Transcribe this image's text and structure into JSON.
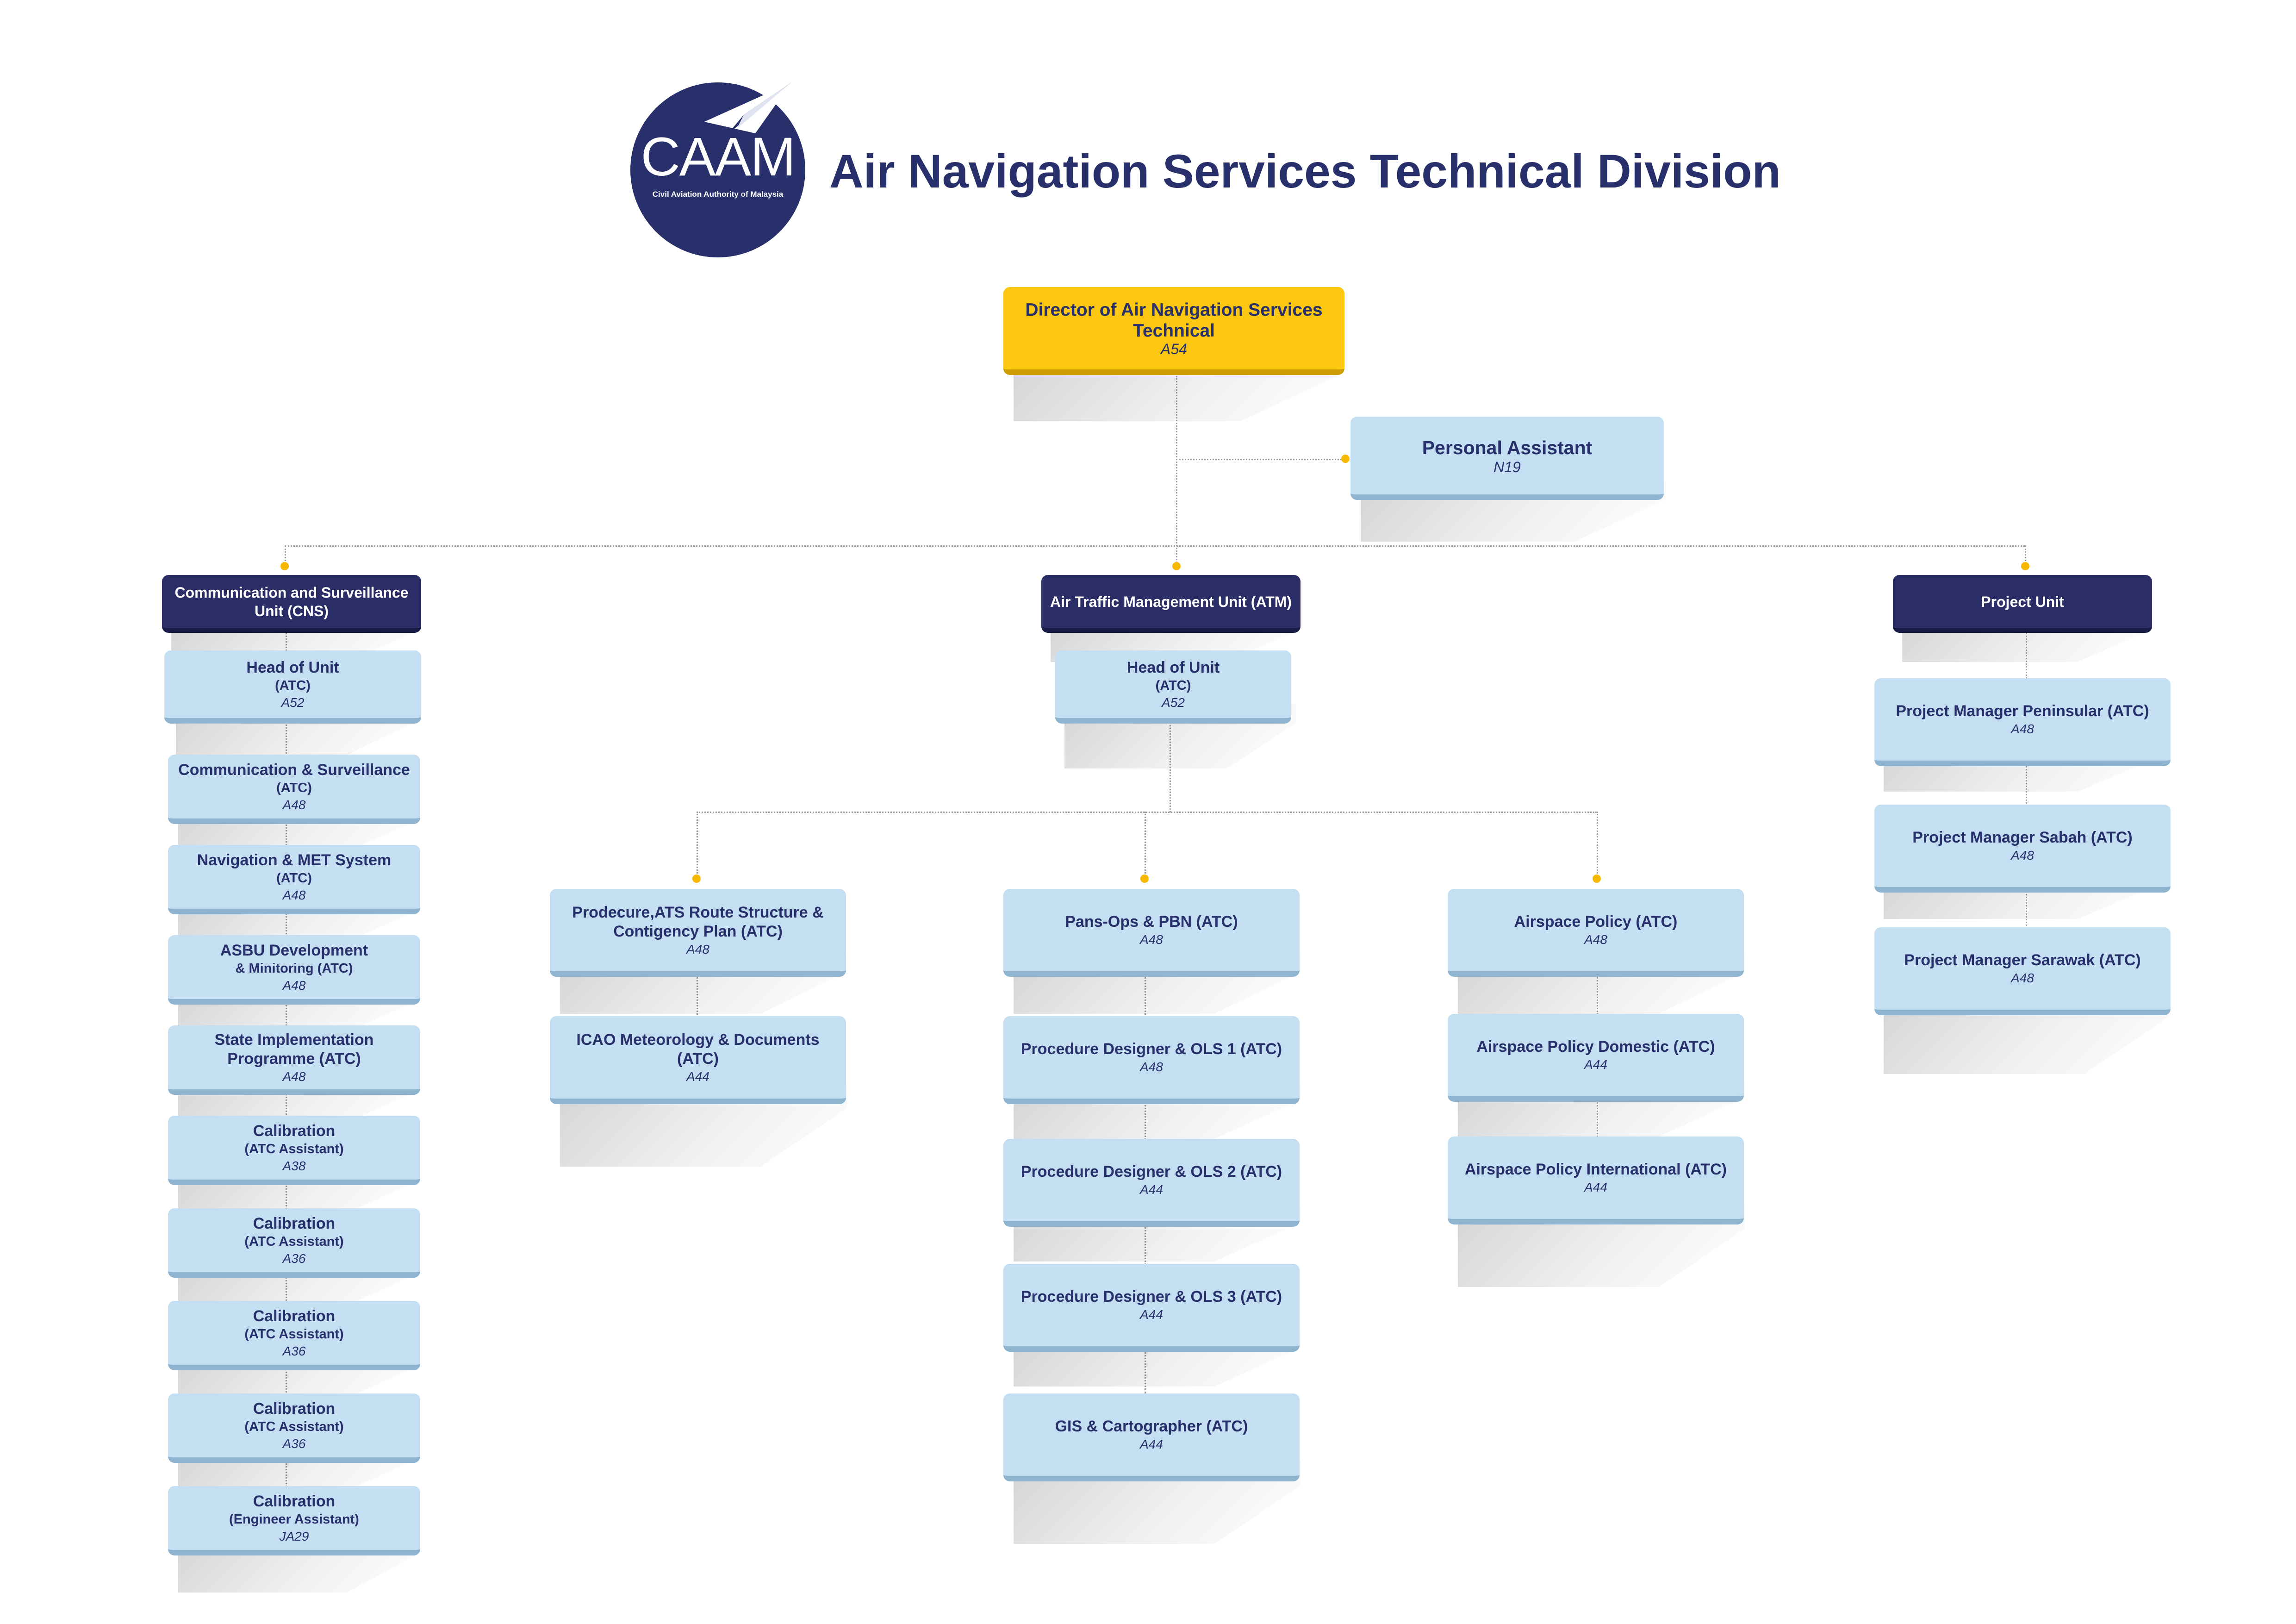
{
  "header": {
    "logo_text": "CAAM",
    "logo_subtext": "Civil Aviation Authority of Malaysia",
    "title": "Air Navigation Services Technical Division"
  },
  "colors": {
    "navy": "#28306b",
    "unit_header": "#2b2d66",
    "director": "#fbc711",
    "position_box": "#c5dff2",
    "connector_dot": "#f6b800"
  },
  "director": {
    "title": "Director of Air Navigation Services Technical",
    "grade": "A54"
  },
  "assistant": {
    "title": "Personal Assistant",
    "grade": "N19"
  },
  "units": {
    "cns": {
      "name": "Communication and Surveillance Unit (CNS)",
      "positions": [
        {
          "title": "Head of Unit",
          "sub": "(ATC)",
          "grade": "A52"
        },
        {
          "title": "Communication & Surveillance",
          "sub": "(ATC)",
          "grade": "A48"
        },
        {
          "title": "Navigation & MET System",
          "sub": "(ATC)",
          "grade": "A48"
        },
        {
          "title": "ASBU Development",
          "sub": "& Minitoring (ATC)",
          "grade": "A48"
        },
        {
          "title": "State Implementation Programme (ATC)",
          "sub": "",
          "grade": "A48"
        },
        {
          "title": "Calibration",
          "sub": "(ATC Assistant)",
          "grade": "A38"
        },
        {
          "title": "Calibration",
          "sub": "(ATC Assistant)",
          "grade": "A36"
        },
        {
          "title": "Calibration",
          "sub": "(ATC Assistant)",
          "grade": "A36"
        },
        {
          "title": "Calibration",
          "sub": "(ATC Assistant)",
          "grade": "A36"
        },
        {
          "title": "Calibration",
          "sub": "(Engineer Assistant)",
          "grade": "JA29"
        }
      ]
    },
    "atm": {
      "name": "Air Traffic Management Unit (ATM)",
      "head": {
        "title": "Head of Unit",
        "sub": "(ATC)",
        "grade": "A52"
      },
      "columns": [
        [
          {
            "title": "Prodecure,ATS Route Structure & Contigency Plan (ATC)",
            "grade": "A48"
          },
          {
            "title": "ICAO Meteorology & Documents (ATC)",
            "grade": "A44"
          }
        ],
        [
          {
            "title": "Pans-Ops & PBN (ATC)",
            "grade": "A48"
          },
          {
            "title": "Procedure Designer & OLS 1 (ATC)",
            "grade": "A48"
          },
          {
            "title": "Procedure Designer & OLS 2 (ATC)",
            "grade": "A44"
          },
          {
            "title": "Procedure Designer & OLS 3 (ATC)",
            "grade": "A44"
          },
          {
            "title": "GIS & Cartographer (ATC)",
            "grade": "A44"
          }
        ],
        [
          {
            "title": "Airspace Policy (ATC)",
            "grade": "A48"
          },
          {
            "title": "Airspace Policy Domestic (ATC)",
            "grade": "A44"
          },
          {
            "title": "Airspace Policy International (ATC)",
            "grade": "A44"
          }
        ]
      ]
    },
    "project": {
      "name": "Project Unit",
      "positions": [
        {
          "title": "Project Manager Peninsular (ATC)",
          "grade": "A48"
        },
        {
          "title": "Project Manager Sabah (ATC)",
          "grade": "A48"
        },
        {
          "title": "Project Manager Sarawak (ATC)",
          "grade": "A48"
        }
      ]
    }
  }
}
